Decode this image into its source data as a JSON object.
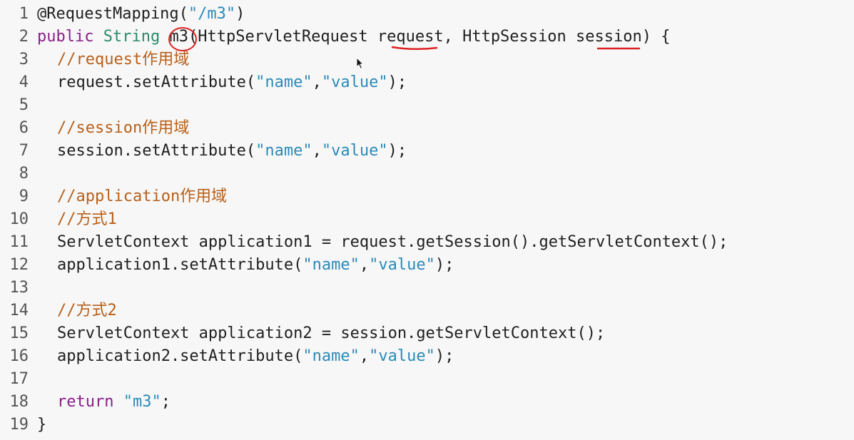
{
  "editor": {
    "lines": [
      {
        "num": "1",
        "tokens": [
          {
            "t": "plain",
            "v": "@RequestMapping("
          },
          {
            "t": "string",
            "v": "\"/m3\""
          },
          {
            "t": "plain",
            "v": ")"
          }
        ]
      },
      {
        "num": "2",
        "tokens": [
          {
            "t": "keyword",
            "v": "public"
          },
          {
            "t": "plain",
            "v": " "
          },
          {
            "t": "type",
            "v": "String"
          },
          {
            "t": "plain",
            "v": " "
          },
          {
            "t": "plain",
            "v": "m3"
          },
          {
            "t": "plain",
            "v": "(HttpServletRequest request, HttpSession session) {"
          }
        ]
      },
      {
        "num": "3",
        "indent": true,
        "tokens": [
          {
            "t": "comment",
            "v": "//request作用域"
          }
        ]
      },
      {
        "num": "4",
        "indent": true,
        "tokens": [
          {
            "t": "plain",
            "v": "request.setAttribute("
          },
          {
            "t": "string",
            "v": "\"name\""
          },
          {
            "t": "plain",
            "v": ","
          },
          {
            "t": "string",
            "v": "\"value\""
          },
          {
            "t": "plain",
            "v": ");"
          }
        ]
      },
      {
        "num": "5",
        "tokens": []
      },
      {
        "num": "6",
        "indent": true,
        "tokens": [
          {
            "t": "comment",
            "v": "//session作用域"
          }
        ]
      },
      {
        "num": "7",
        "indent": true,
        "tokens": [
          {
            "t": "plain",
            "v": "session.setAttribute("
          },
          {
            "t": "string",
            "v": "\"name\""
          },
          {
            "t": "plain",
            "v": ","
          },
          {
            "t": "string",
            "v": "\"value\""
          },
          {
            "t": "plain",
            "v": ");"
          }
        ]
      },
      {
        "num": "8",
        "tokens": []
      },
      {
        "num": "9",
        "indent": true,
        "tokens": [
          {
            "t": "comment",
            "v": "//application作用域"
          }
        ]
      },
      {
        "num": "10",
        "indent": true,
        "tokens": [
          {
            "t": "comment",
            "v": "//方式1"
          }
        ]
      },
      {
        "num": "11",
        "indent": true,
        "tokens": [
          {
            "t": "plain",
            "v": "ServletContext application1 = request.getSession().getServletContext();"
          }
        ]
      },
      {
        "num": "12",
        "indent": true,
        "tokens": [
          {
            "t": "plain",
            "v": "application1.setAttribute("
          },
          {
            "t": "string",
            "v": "\"name\""
          },
          {
            "t": "plain",
            "v": ","
          },
          {
            "t": "string",
            "v": "\"value\""
          },
          {
            "t": "plain",
            "v": ");"
          }
        ]
      },
      {
        "num": "13",
        "tokens": []
      },
      {
        "num": "14",
        "indent": true,
        "tokens": [
          {
            "t": "comment",
            "v": "//方式2"
          }
        ]
      },
      {
        "num": "15",
        "indent": true,
        "tokens": [
          {
            "t": "plain",
            "v": "ServletContext application2 = session.getServletContext();"
          }
        ]
      },
      {
        "num": "16",
        "indent": true,
        "tokens": [
          {
            "t": "plain",
            "v": "application2.setAttribute("
          },
          {
            "t": "string",
            "v": "\"name\""
          },
          {
            "t": "plain",
            "v": ","
          },
          {
            "t": "string",
            "v": "\"value\""
          },
          {
            "t": "plain",
            "v": ");"
          }
        ]
      },
      {
        "num": "17",
        "tokens": []
      },
      {
        "num": "18",
        "indent": true,
        "tokens": [
          {
            "t": "keyword",
            "v": "return"
          },
          {
            "t": "plain",
            "v": " "
          },
          {
            "t": "string",
            "v": "\"m3\""
          },
          {
            "t": "plain",
            "v": ";"
          }
        ]
      },
      {
        "num": "19",
        "tokens": [
          {
            "t": "plain",
            "v": "}"
          }
        ]
      }
    ]
  },
  "colors": {
    "background": "#f7f7f7",
    "keyword": "#8a1f8a",
    "type": "#2a8a6a",
    "string": "#2a8ab8",
    "comment": "#b8601a",
    "annotation_red": "#dd2222"
  },
  "icons": {
    "cursor": "mouse-pointer-icon"
  }
}
